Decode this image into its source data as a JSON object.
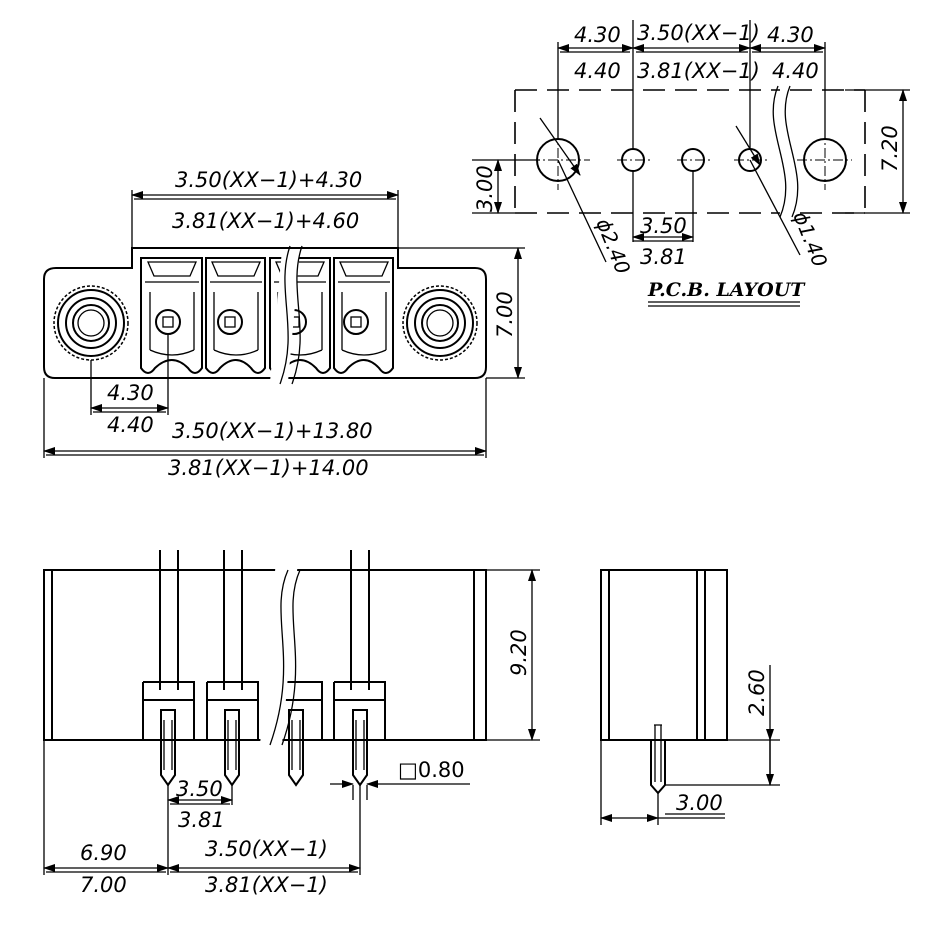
{
  "pcb_layout": {
    "title": "P.C.B. LAYOUT",
    "top_left_pitch_a": "4.30",
    "top_left_pitch_b": "4.40",
    "top_mid_a": "3.50(XX−1)",
    "top_mid_b": "3.81(XX−1)",
    "top_right_pitch_a": "4.30",
    "top_right_pitch_b": "4.40",
    "height": "7.20",
    "row_offset": "3.00",
    "big_hole": "ϕ2.40",
    "small_hole": "ϕ1.40",
    "pin_pitch_a": "3.50",
    "pin_pitch_b": "3.81"
  },
  "front_view": {
    "top_a": "3.50(XX−1)+4.30",
    "top_b": "3.81(XX−1)+4.60",
    "height": "7.00",
    "flange_a": "4.30",
    "flange_b": "4.40",
    "overall_a": "3.50(XX−1)+13.80",
    "overall_b": "3.81(XX−1)+14.00"
  },
  "bottom_view": {
    "height": "9.20",
    "pin_size": "□0.80",
    "pitch_a": "3.50",
    "pitch_b": "3.81",
    "left_a": "6.90",
    "left_b": "7.00",
    "span_a": "3.50(XX−1)",
    "span_b": "3.81(XX−1)"
  },
  "side_view": {
    "pin_length": "2.60",
    "pin_offset": "3.00"
  }
}
